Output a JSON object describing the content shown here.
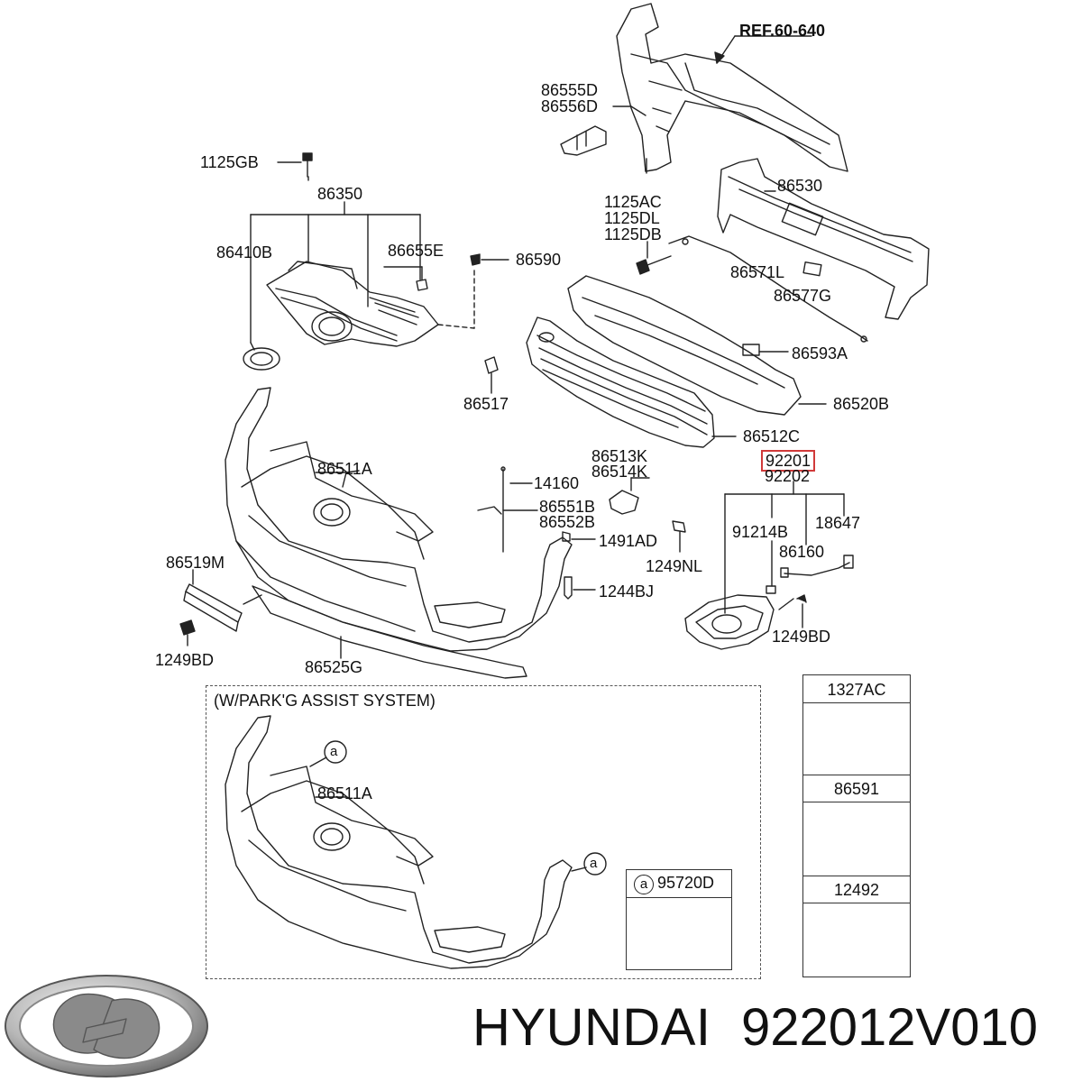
{
  "labels": {
    "ref": "REF.60-640",
    "p86555d": "86555D",
    "p86556d": "86556D",
    "p1125gb": "1125GB",
    "p86350": "86350",
    "p86530": "86530",
    "p1125ac": "1125AC",
    "p1125dl": "1125DL",
    "p1125db": "1125DB",
    "p86410b": "86410B",
    "p86655e": "86655E",
    "p86590": "86590",
    "p86571l": "86571L",
    "p86577g": "86577G",
    "p86593a": "86593A",
    "p86517": "86517",
    "p86520b": "86520B",
    "p86512c": "86512C",
    "p86511a": "86511A",
    "p86513k": "86513K",
    "p86514k": "86514K",
    "p92201": "92201",
    "p92202": "92202",
    "p14160": "14160",
    "p86551b": "86551B",
    "p86552b": "86552B",
    "p91214b": "91214B",
    "p18647": "18647",
    "p86160": "86160",
    "p1491ad": "1491AD",
    "p1249nl": "1249NL",
    "p86519m": "86519M",
    "p1244bj": "1244BJ",
    "p1249bd_left": "1249BD",
    "p86525g": "86525G",
    "p1249bd_right": "1249BD",
    "inset_title": "(W/PARK'G ASSIST SYSTEM)",
    "inset_86511a": "86511A",
    "marker_a": "a"
  },
  "fastener_box": {
    "items": [
      {
        "part": "1327AC",
        "icon": "nut-icon"
      },
      {
        "part": "86591",
        "icon": "flange-screw-icon"
      },
      {
        "part": "12492",
        "icon": "screw-icon"
      }
    ]
  },
  "sensor_box": {
    "marker": "a",
    "part": "95720D"
  },
  "footer": {
    "brand": "HYUNDAI",
    "part_number": "922012V010"
  }
}
